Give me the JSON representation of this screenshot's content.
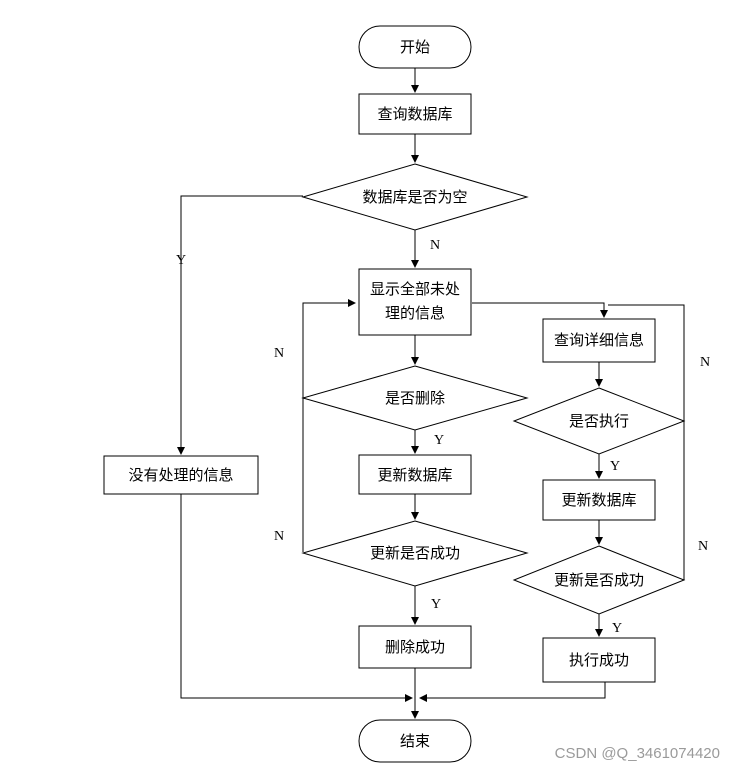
{
  "nodes": {
    "start": "开始",
    "query_db": "查询数据库",
    "db_empty": "数据库是否为空",
    "show_all_line1": "显示全部未处",
    "show_all_line2": "理的信息",
    "no_info": "没有处理的信息",
    "is_delete": "是否删除",
    "update_db_left": "更新数据库",
    "update_ok_left": "更新是否成功",
    "delete_ok": "删除成功",
    "query_detail": "查询详细信息",
    "is_execute": "是否执行",
    "update_db_right": "更新数据库",
    "update_ok_right": "更新是否成功",
    "execute_ok": "执行成功",
    "end": "结束"
  },
  "edge_labels": {
    "db_empty_no": "N",
    "db_empty_yes": "Y",
    "delete_no": "N",
    "delete_yes": "Y",
    "update_left_no": "N",
    "update_left_yes": "Y",
    "execute_no": "N",
    "execute_yes": "Y",
    "update_right_no": "N",
    "update_right_yes": "Y"
  },
  "watermark": "CSDN @Q_3461074420"
}
